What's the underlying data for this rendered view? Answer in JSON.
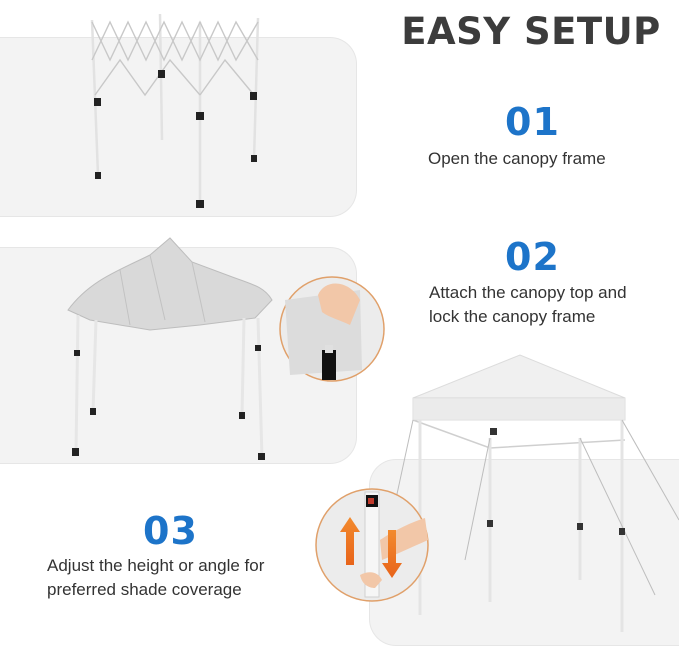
{
  "title": "EASY SETUP",
  "steps": [
    {
      "number": "01",
      "lines": [
        "Open the canopy frame"
      ]
    },
    {
      "number": "02",
      "lines": [
        "Attach the canopy top and",
        "lock the canopy frame"
      ]
    },
    {
      "number": "03",
      "lines": [
        "Adjust the height or angle for",
        "preferred shade coverage"
      ]
    }
  ],
  "colors": {
    "accent": "#1d74c9",
    "heading": "#3c3c3c",
    "panel": "#f3f3f3",
    "arrow_orange": "#f07a1e"
  },
  "icons": [
    "frame-illustration",
    "canopy-top-illustration",
    "hand-lock-closeup",
    "finished-canopy-illustration",
    "height-adjust-closeup",
    "up-down-arrow-icon"
  ]
}
